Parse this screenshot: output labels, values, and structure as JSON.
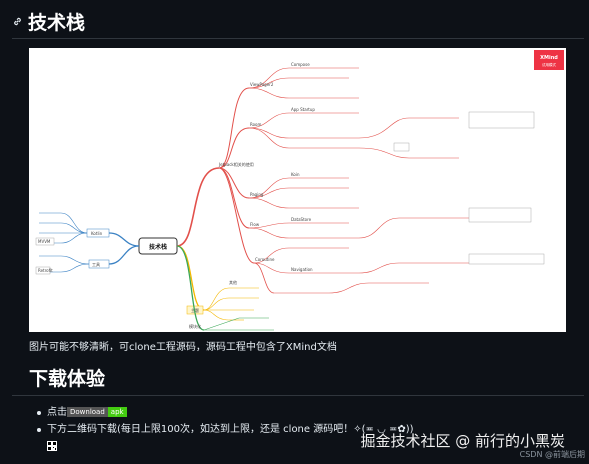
{
  "heading_tech": "技术栈",
  "image_caption": "图片可能不够清晰，可clone工程源码，源码工程中包含了XMind文档",
  "heading_download": "下载体验",
  "download": {
    "prefix": "点击",
    "badge_left": "Download",
    "badge_right": "apk",
    "qr_text": "下方二维码下载(每日上限100次，如达到上限，还是 clone 源码吧！✧(≖ ◡ ≖✿))"
  },
  "mindmap": {
    "center": "技术栈",
    "brand": "XMind",
    "brand_sub": "试用模式",
    "nodes": {
      "jetpack": "Jetpack相关的使用",
      "theme": "主题",
      "chapter": "章节",
      "module": "模块化",
      "tools": "工具",
      "other": "其他",
      "viewpager": "ViewPager2",
      "room": "Room",
      "paging": "Paging",
      "flow": "Flow",
      "coroutine": "Coroutine",
      "compose": "Compose",
      "startup": "App Startup",
      "koin": "Koin",
      "datastore": "DataStore",
      "kotlin": "Kotlin",
      "mvvm": "MVVM",
      "retrofit": "Retrofit",
      "navigation": "Navigation"
    }
  },
  "watermark": "掘金技术社区 @ 前行的小黑炭",
  "csdn": "CSDN @前端后期"
}
